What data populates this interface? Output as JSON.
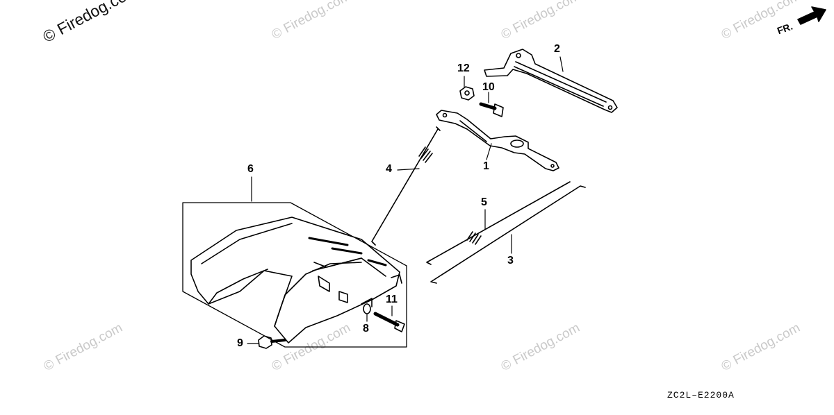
{
  "watermark": {
    "main": "© Firedog.com",
    "faint": "© Firedog.com"
  },
  "direction_label": "FR.",
  "diagram_code": "ZC2L–E2200A",
  "callouts": [
    {
      "id": "1",
      "label": "1"
    },
    {
      "id": "2",
      "label": "2"
    },
    {
      "id": "3",
      "label": "3"
    },
    {
      "id": "4",
      "label": "4"
    },
    {
      "id": "5",
      "label": "5"
    },
    {
      "id": "6",
      "label": "6"
    },
    {
      "id": "8",
      "label": "8"
    },
    {
      "id": "9",
      "label": "9"
    },
    {
      "id": "10",
      "label": "10"
    },
    {
      "id": "11",
      "label": "11"
    },
    {
      "id": "12",
      "label": "12"
    }
  ],
  "colors": {
    "ink": "#000000",
    "watermark": "#c9c9c9"
  }
}
